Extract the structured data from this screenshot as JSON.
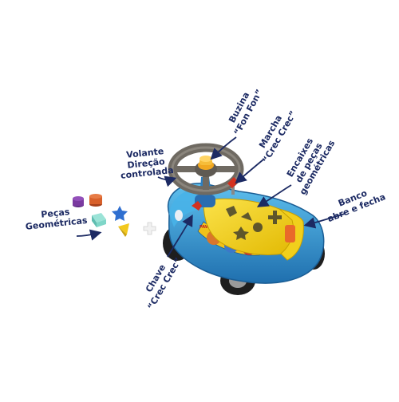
{
  "labels": {
    "volante": {
      "line1": "Volante",
      "line2": "Direção",
      "line3": "controlada"
    },
    "buzina": {
      "line1": "Buzina",
      "line2": "“Fon Fon”"
    },
    "marcha": {
      "line1": "Marcha",
      "line2": "“Crec Crec”"
    },
    "encaixes": {
      "line1": "Encaixes",
      "line2": "de peças",
      "line3": "geométricas"
    },
    "banco": {
      "line1": "Banco",
      "line2": "abre e fecha"
    },
    "pecas": {
      "line1": "Peças",
      "line2": "Geométricas"
    },
    "chave": {
      "line1": "Chave",
      "line2": "“Crec Crec”"
    }
  },
  "car_decal_text": "PAW PATROL",
  "colors": {
    "label_text": "#1c2a63",
    "arrow": "#1c2a63",
    "car_body_blue": "#37a3de",
    "car_body_dark": "#1f6fae",
    "seat_yellow": "#f4d020",
    "steering_gray": "#6f6a62",
    "horn_yellow": "#f1a821",
    "shape_purple": "#7a3aa0",
    "shape_orange": "#d8602a",
    "shape_teal": "#7fd6c8",
    "shape_blue": "#2f6fd0",
    "shape_yellow": "#f2c81e",
    "shape_white": "#f1f1f1"
  }
}
